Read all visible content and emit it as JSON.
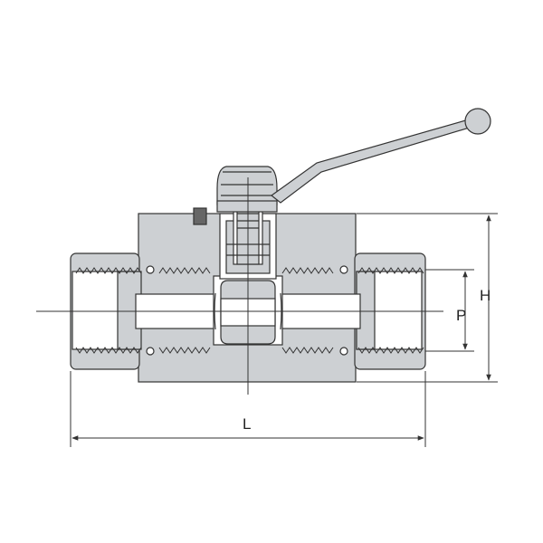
{
  "diagram": {
    "subject": "ball-valve-cross-section",
    "colors": {
      "body_fill": "#cdd0d3",
      "outline": "#333333",
      "background": "#ffffff",
      "centerline": "#333333"
    },
    "dimensions": {
      "length_label": "L",
      "height_label": "H",
      "port_label": "P"
    }
  }
}
